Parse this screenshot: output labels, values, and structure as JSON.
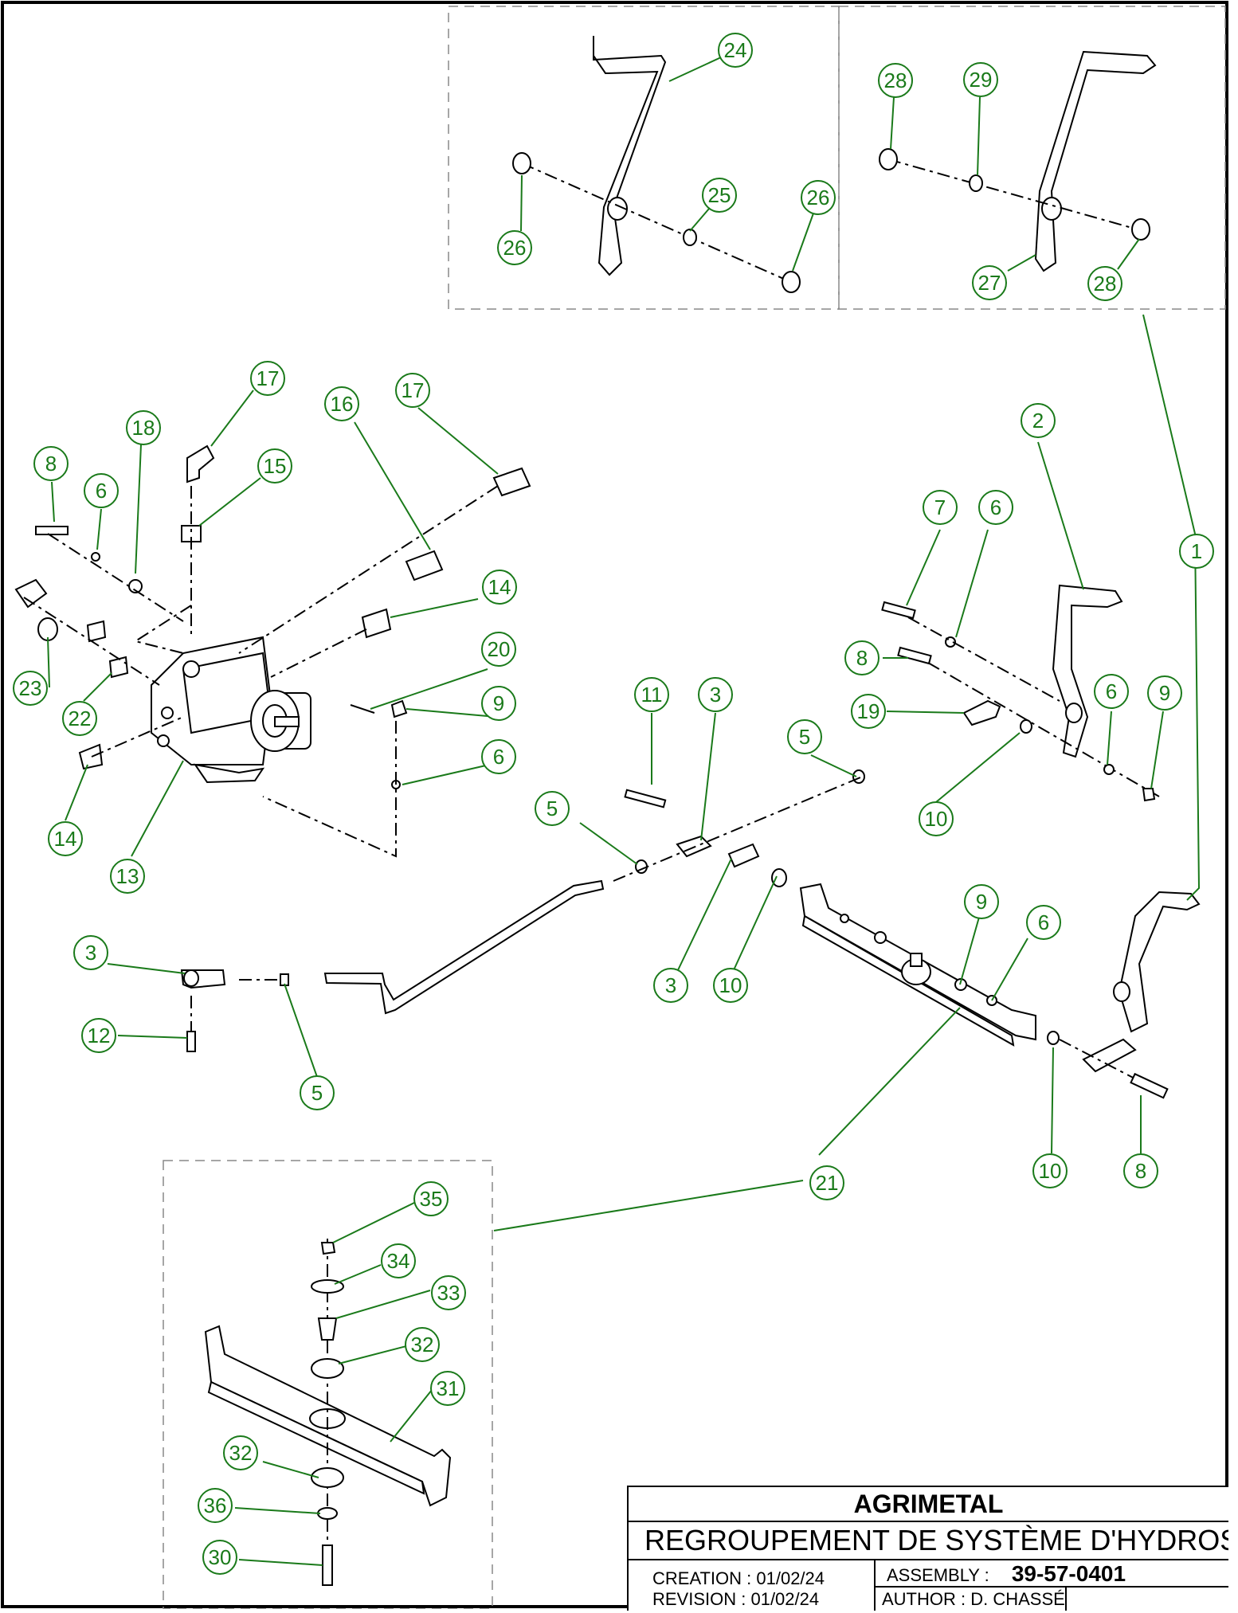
{
  "title_block": {
    "company": "AGRIMETAL",
    "title": "REGROUPEMENT DE SYSTÈME D'HYDROSTATIQUE",
    "creation": "CREATION : 01/02/24",
    "revision": "REVISION  : 01/02/24",
    "assembly_label": "ASSEMBLY :",
    "assembly_number": "39-57-0401",
    "author": "AUTHOR : D. CHASSÉ"
  },
  "balloons": [
    "24",
    "26",
    "25",
    "26",
    "28",
    "29",
    "27",
    "28",
    "17",
    "18",
    "15",
    "16",
    "17",
    "8",
    "6",
    "14",
    "23",
    "22",
    "20",
    "9",
    "6",
    "14",
    "13",
    "2",
    "7",
    "6",
    "1",
    "8",
    "19",
    "6",
    "9",
    "5",
    "10",
    "11",
    "3",
    "5",
    "3",
    "10",
    "9",
    "6",
    "3",
    "12",
    "5",
    "21",
    "10",
    "8",
    "35",
    "34",
    "33",
    "32",
    "31",
    "32",
    "36",
    "30"
  ],
  "colors": {
    "balloon": "#1a7a1a",
    "line": "#000000",
    "frame": "#888888"
  }
}
